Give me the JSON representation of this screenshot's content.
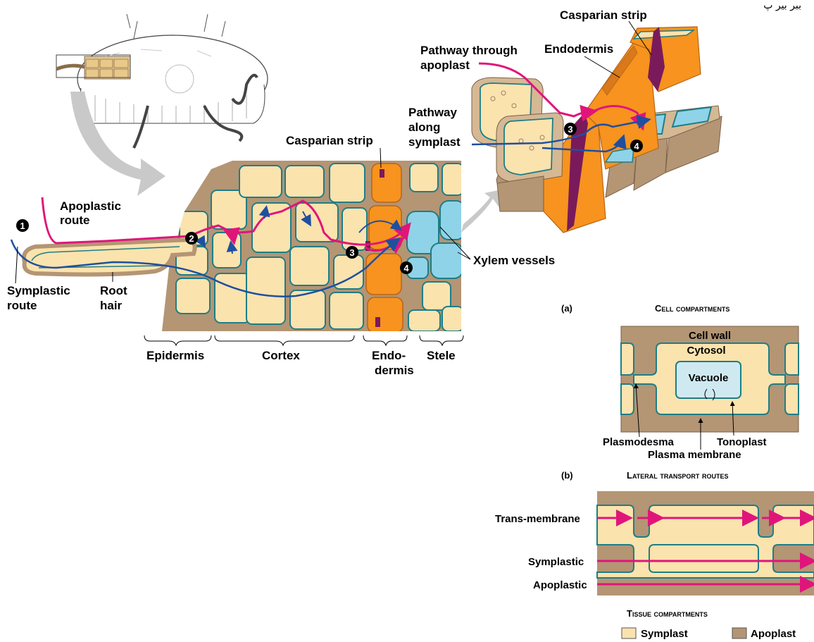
{
  "corner_text": "ببر بیر پ",
  "colors": {
    "symplast": "#fbe3ae",
    "apoplast": "#b49574",
    "membrane": "#1f7d86",
    "endodermis": "#f7931e",
    "casparian": "#7a1a5b",
    "xylem": "#8fd3e8",
    "apoplastic_route": "#e0157a",
    "symplastic_route": "#1f4fa0"
  },
  "labels": {
    "apoplastic_route": "Apoplastic route",
    "apoplastic_route_l1": "Apoplastic",
    "apoplastic_route_l2": "route",
    "symplastic_route_l1": "Symplastic",
    "symplastic_route_l2": "route",
    "root_hair_l1": "Root",
    "root_hair_l2": "hair",
    "casparian_strip_main": "Casparian strip",
    "casparian_strip_inset": "Casparian strip",
    "endodermis_inset": "Endodermis",
    "pathway_apoplast_l1": "Pathway through",
    "pathway_apoplast_l2": "apoplast",
    "pathway_symplast_l1": "Pathway",
    "pathway_symplast_l2": "along",
    "pathway_symplast_l3": "symplast",
    "xylem_vessels": "Xylem vessels",
    "epidermis": "Epidermis",
    "cortex": "Cortex",
    "endodermis_l1": "Endo-",
    "endodermis_l2": "dermis",
    "stele": "Stele"
  },
  "steps": [
    "1",
    "2",
    "3",
    "4"
  ],
  "panel_a": {
    "letter": "(a)",
    "title": "Cell compartments",
    "cell_wall": "Cell wall",
    "cytosol": "Cytosol",
    "vacuole": "Vacuole",
    "plasmodesma": "Plasmodesma",
    "plasma_membrane": "Plasma membrane",
    "tonoplast": "Tonoplast"
  },
  "panel_b": {
    "letter": "(b)",
    "title": "Lateral transport routes",
    "routes": [
      "Trans-membrane",
      "Symplastic",
      "Apoplastic"
    ],
    "tissue_title": "Tissue compartments",
    "legend": [
      "Symplast",
      "Apoplast"
    ]
  }
}
